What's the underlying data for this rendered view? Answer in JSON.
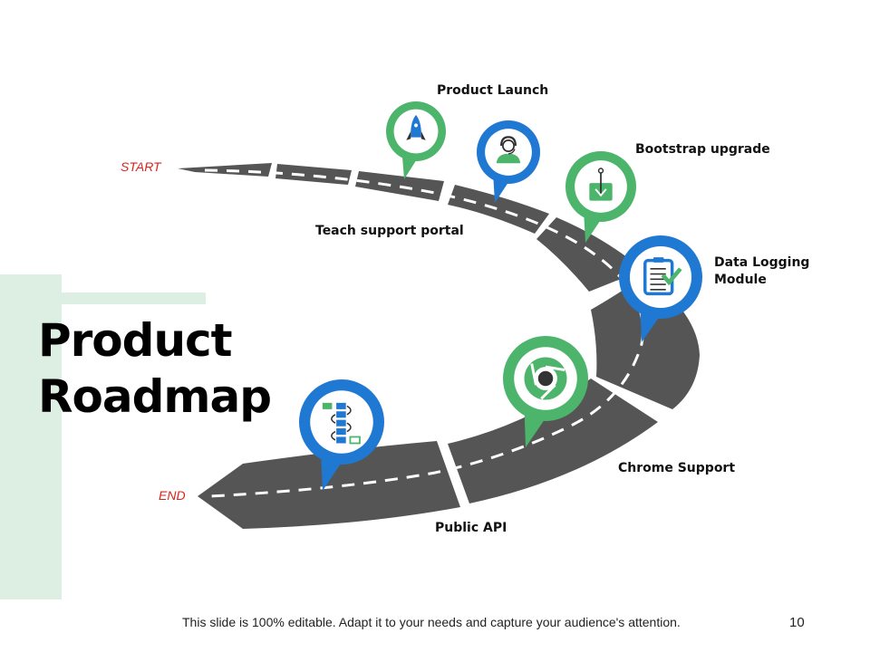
{
  "slide": {
    "title_line1": "Product",
    "title_line2": "Roadmap",
    "start_label": "START",
    "end_label": "END",
    "footer_text": "This slide is 100% editable. Adapt it to your needs and capture your audience's attention.",
    "page_number": "10"
  },
  "colors": {
    "road": "#555555",
    "green": "#4cb56b",
    "blue": "#1f78d1",
    "accent_bg": "#dcefe2",
    "endpoint_text": "#d9261c"
  },
  "milestones": [
    {
      "label": "Product Launch",
      "icon": "rocket-icon",
      "color": "green"
    },
    {
      "label": "Teach support portal",
      "icon": "support-agent-icon",
      "color": "blue"
    },
    {
      "label": "Bootstrap upgrade",
      "icon": "download-box-icon",
      "color": "green"
    },
    {
      "label": "Data Logging Module",
      "icon": "clipboard-check-icon",
      "color": "blue"
    },
    {
      "label": "Chrome Support",
      "icon": "chrome-icon",
      "color": "green"
    },
    {
      "label": "Public API",
      "icon": "workflow-icon",
      "color": "blue"
    }
  ]
}
